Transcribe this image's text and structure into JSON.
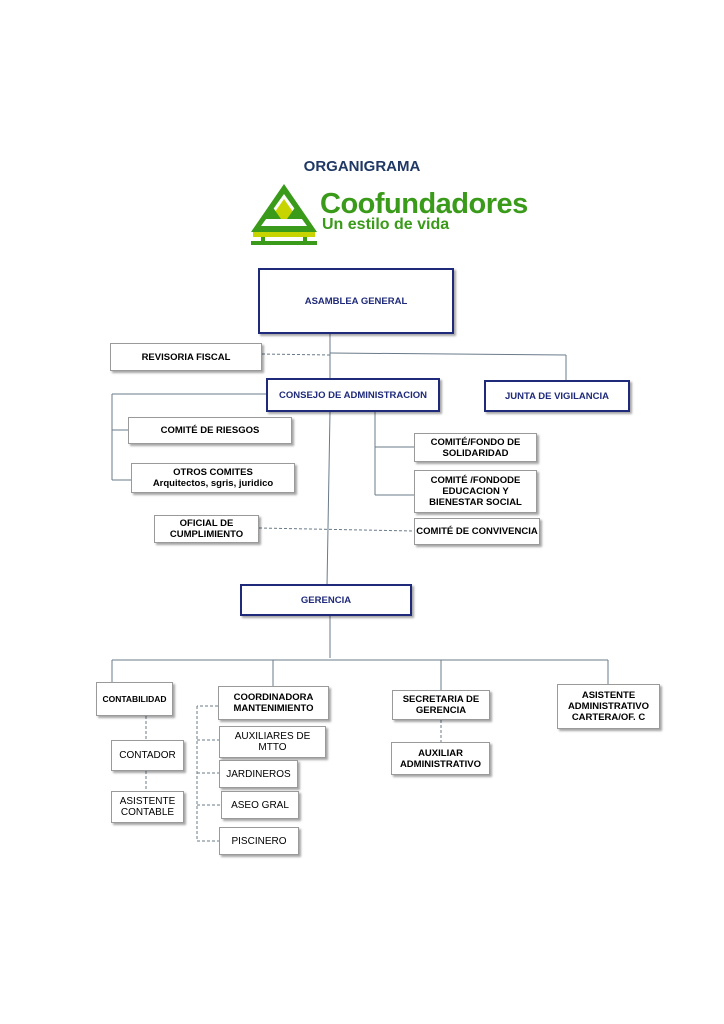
{
  "title": "ORGANIGRAMA",
  "logo": {
    "name": "Coofundadores",
    "tagline": "Un estilo de vida",
    "color": "#3a9a1a",
    "accent": "#c8d400"
  },
  "colors": {
    "navy": "#1f2a7a",
    "title": "#1f3864"
  },
  "nodes": {
    "asamblea": "ASAMBLEA GENERAL",
    "revisoria": "REVISORIA FISCAL",
    "consejo": "CONSEJO DE ADMINISTRACION",
    "junta": "JUNTA DE VIGILANCIA",
    "comite_riesgos": "COMITÉ  DE RIESGOS",
    "otros_comites_title": "OTROS COMITES",
    "otros_comites_sub": "Arquitectos, sgris, juridico",
    "comite_solidaridad": "COMITÉ/FONDO DE SOLIDARIDAD",
    "comite_educacion": "COMITÉ /FONDODE EDUCACION Y BIENESTAR SOCIAL",
    "oficial": "OFICIAL DE CUMPLIMIENTO",
    "comite_convivencia": "COMITÉ DE CONVIVENCIA",
    "gerencia": "GERENCIA",
    "contabilidad": "CONTABILIDAD",
    "contador": "CONTADOR",
    "asistente_contable": "ASISTENTE CONTABLE",
    "coordinadora": "COORDINADORA MANTENIMIENTO",
    "auxiliares_mtto": "AUXILIARES DE MTTO",
    "jardineros": "JARDINEROS",
    "aseo": "ASEO GRAL",
    "piscinero": "PISCINERO",
    "secretaria": "SECRETARIA DE GERENCIA",
    "auxiliar_adm": "AUXILIAR ADMINISTRATIVO",
    "asistente_adm": "ASISTENTE ADMINISTRATIVO CARTERA/OF. C"
  }
}
